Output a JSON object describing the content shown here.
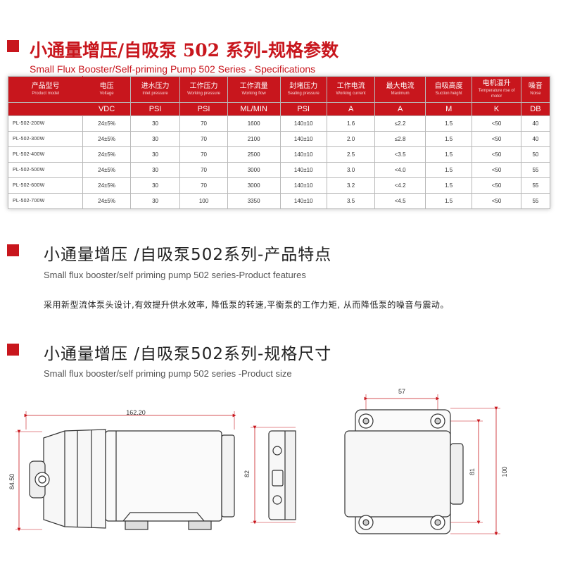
{
  "section1": {
    "title_cn": "小通量增压/自吸泵 502 系列-规格参数",
    "title_en": "Small Flux Booster/Self-priming Pump 502 Series - Specifications"
  },
  "spec_table": {
    "headers": [
      {
        "cn": "产品型号",
        "en": "Product model",
        "unit": ""
      },
      {
        "cn": "电压",
        "en": "Voltage",
        "unit": "VDC"
      },
      {
        "cn": "进水压力",
        "en": "Inlet pressure",
        "unit": "PSI"
      },
      {
        "cn": "工作压力",
        "en": "Working pressure",
        "unit": "PSI"
      },
      {
        "cn": "工作流量",
        "en": "Working flow",
        "unit": "ML/MIN"
      },
      {
        "cn": "封堵压力",
        "en": "Sealing pressure",
        "unit": "PSI"
      },
      {
        "cn": "工作电流",
        "en": "Working current",
        "unit": "A"
      },
      {
        "cn": "最大电流",
        "en": "Maximum",
        "unit": "A"
      },
      {
        "cn": "自吸高度",
        "en": "Suction height",
        "unit": "M"
      },
      {
        "cn": "电机温升",
        "en": "Temperature rise of motor",
        "unit": "K"
      },
      {
        "cn": "噪音",
        "en": "Noise",
        "unit": "DB"
      }
    ],
    "rows": [
      [
        "PL-502-200W",
        "24±5%",
        "30",
        "70",
        "1600",
        "140±10",
        "1.6",
        "≤2.2",
        "1.5",
        "<50",
        "40"
      ],
      [
        "PL-502-300W",
        "24±5%",
        "30",
        "70",
        "2100",
        "140±10",
        "2.0",
        "≤2.8",
        "1.5",
        "<50",
        "40"
      ],
      [
        "PL-502-400W",
        "24±5%",
        "30",
        "70",
        "2500",
        "140±10",
        "2.5",
        "<3.5",
        "1.5",
        "<50",
        "50"
      ],
      [
        "PL-502-500W",
        "24±5%",
        "30",
        "70",
        "3000",
        "140±10",
        "3.0",
        "<4.0",
        "1.5",
        "<50",
        "55"
      ],
      [
        "PL-502-600W",
        "24±5%",
        "30",
        "70",
        "3000",
        "140±10",
        "3.2",
        "<4.2",
        "1.5",
        "<50",
        "55"
      ],
      [
        "PL-502-700W",
        "24±5%",
        "30",
        "100",
        "3350",
        "140±10",
        "3.5",
        "<4.5",
        "1.5",
        "<50",
        "55"
      ]
    ]
  },
  "section2": {
    "title_cn": "小通量增压 /自吸泵502系列-产品特点",
    "title_en": "Small flux booster/self priming pump 502 series-Product features",
    "description": "采用新型流体泵头设计,有效提升供水效率, 降低泵的转速,平衡泵的工作力矩, 从而降低泵的噪音与震动。"
  },
  "section3": {
    "title_cn": "小通量增压 /自吸泵502系列-规格尺寸",
    "title_en": "Small flux booster/self priming pump 502 series -Product size"
  },
  "dimensions": {
    "length": "162.20",
    "height_side": "84.50",
    "height_front": "82",
    "mount_spacing_h": "57",
    "mount_spacing_v": "81",
    "overall_height": "100"
  },
  "colors": {
    "accent": "#c8161d",
    "dim_line": "#c8161d",
    "drawing_line": "#333333"
  }
}
